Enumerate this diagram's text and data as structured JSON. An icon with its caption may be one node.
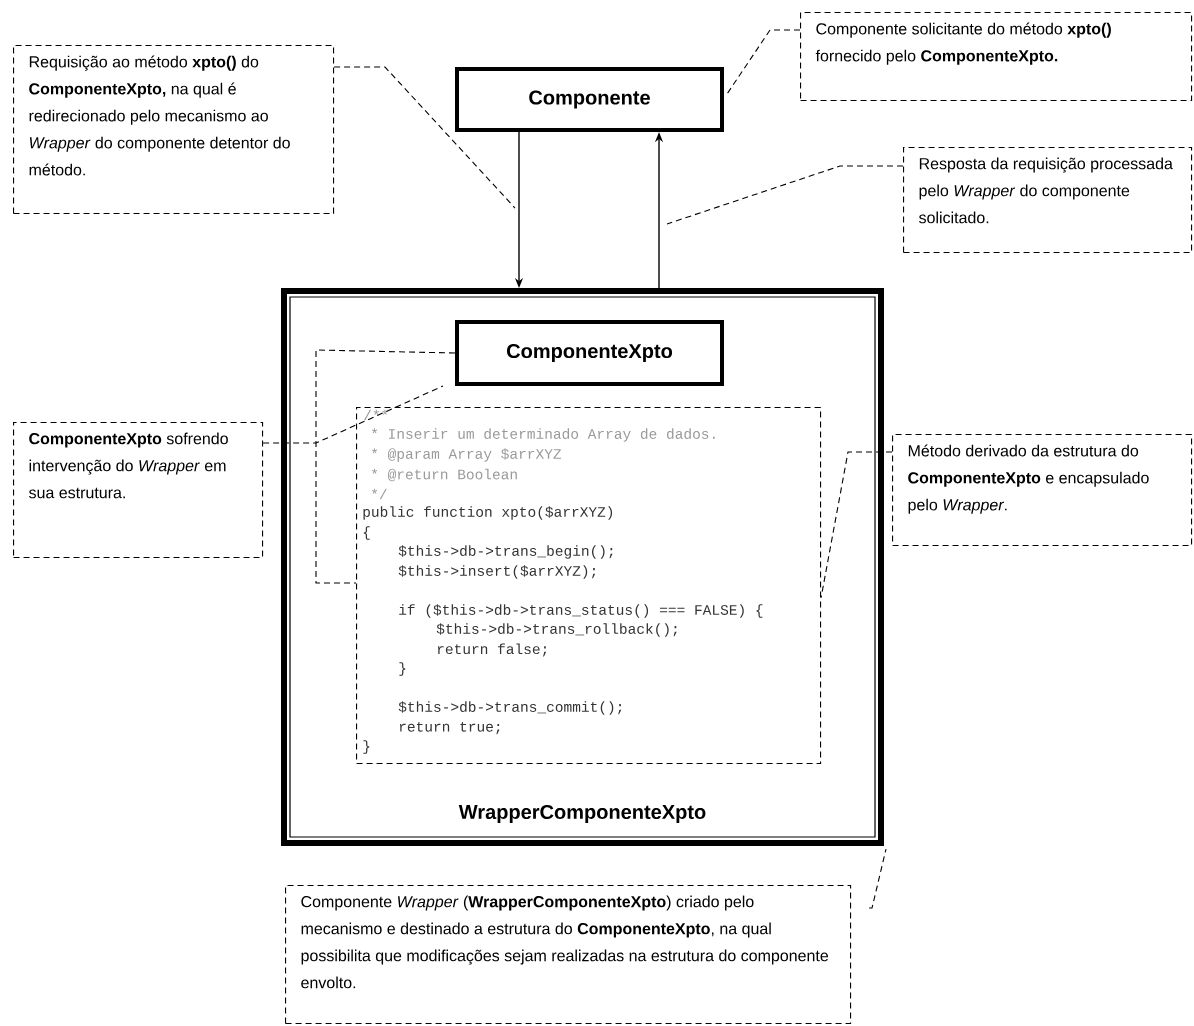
{
  "diagram": {
    "nodes": [
      {
        "text": [
          "Requisição ao método **xpto()** do **ComponenteXpto,** na qual é redirecionado pelo mecanismo ao *Wrapper* do componente detentor do método."
        ]
      },
      {
        "text": [
          "Componente"
        ]
      },
      {
        "text": [
          "Componente solicitante do método **xpto()** fornecido pelo **ComponenteXpto.**"
        ]
      },
      {
        "text": [
          "Resposta da requisição processada pelo *Wrapper* do componente solicitado."
        ]
      },
      {
        "text": [
          "WrapperComponenteXpto"
        ]
      },
      {
        "text": [
          "ComponenteXpto"
        ],
        "in": 4
      },
      {
        "text": [
          "/**",
          "* Inserir um determinado Array de dados.",
          "* @param  Array  $arrXYZ",
          "* @return Boolean",
          "*/",
          "public function xpto($arrXYZ)",
          "{",
          "$this->db->trans_begin();",
          "$this->insert($arrXYZ);",
          "if ($this->db->trans_status() === FALSE) {",
          "$this->db->trans_rollback();",
          "return false;",
          "}",
          "$this->db->trans_commit();",
          "return true;",
          "}"
        ],
        "in": 4
      },
      {
        "text": [
          "**ComponenteXpto** sofrendo intervenção do *Wrapper* em sua estrutura."
        ]
      },
      {
        "text": [
          "Método derivado da estrutura do **ComponenteXpto** e encapsulado pelo *Wrapper*."
        ]
      },
      {
        "text": [
          "Componente *Wrapper* (**WrapperComponenteXpto**) criado pelo mecanismo e destinado a estrutura do **ComponenteXpto**, na qual possibilita que modificações sejam realizadas na estrutura do componente envolto."
        ]
      }
    ],
    "edges": [
      {
        "from": 1,
        "to": 4,
        "arrow": "to"
      },
      {
        "from": 4,
        "to": 1,
        "arrow": "to"
      },
      {
        "from": 0,
        "to": null,
        "arrow": "none",
        "style": "dashed"
      },
      {
        "from": 2,
        "to": 1,
        "arrow": "none",
        "style": "dashed"
      },
      {
        "from": 3,
        "to": null,
        "arrow": "none",
        "style": "dashed"
      },
      {
        "from": 7,
        "to": 5,
        "arrow": "none",
        "style": "dashed"
      },
      {
        "from": 8,
        "to": 6,
        "arrow": "none",
        "style": "dashed"
      },
      {
        "from": 9,
        "to": 4,
        "arrow": "none",
        "style": "dashed"
      },
      {
        "from": 5,
        "to": 6,
        "arrow": "none",
        "style": "dashed"
      }
    ]
  }
}
